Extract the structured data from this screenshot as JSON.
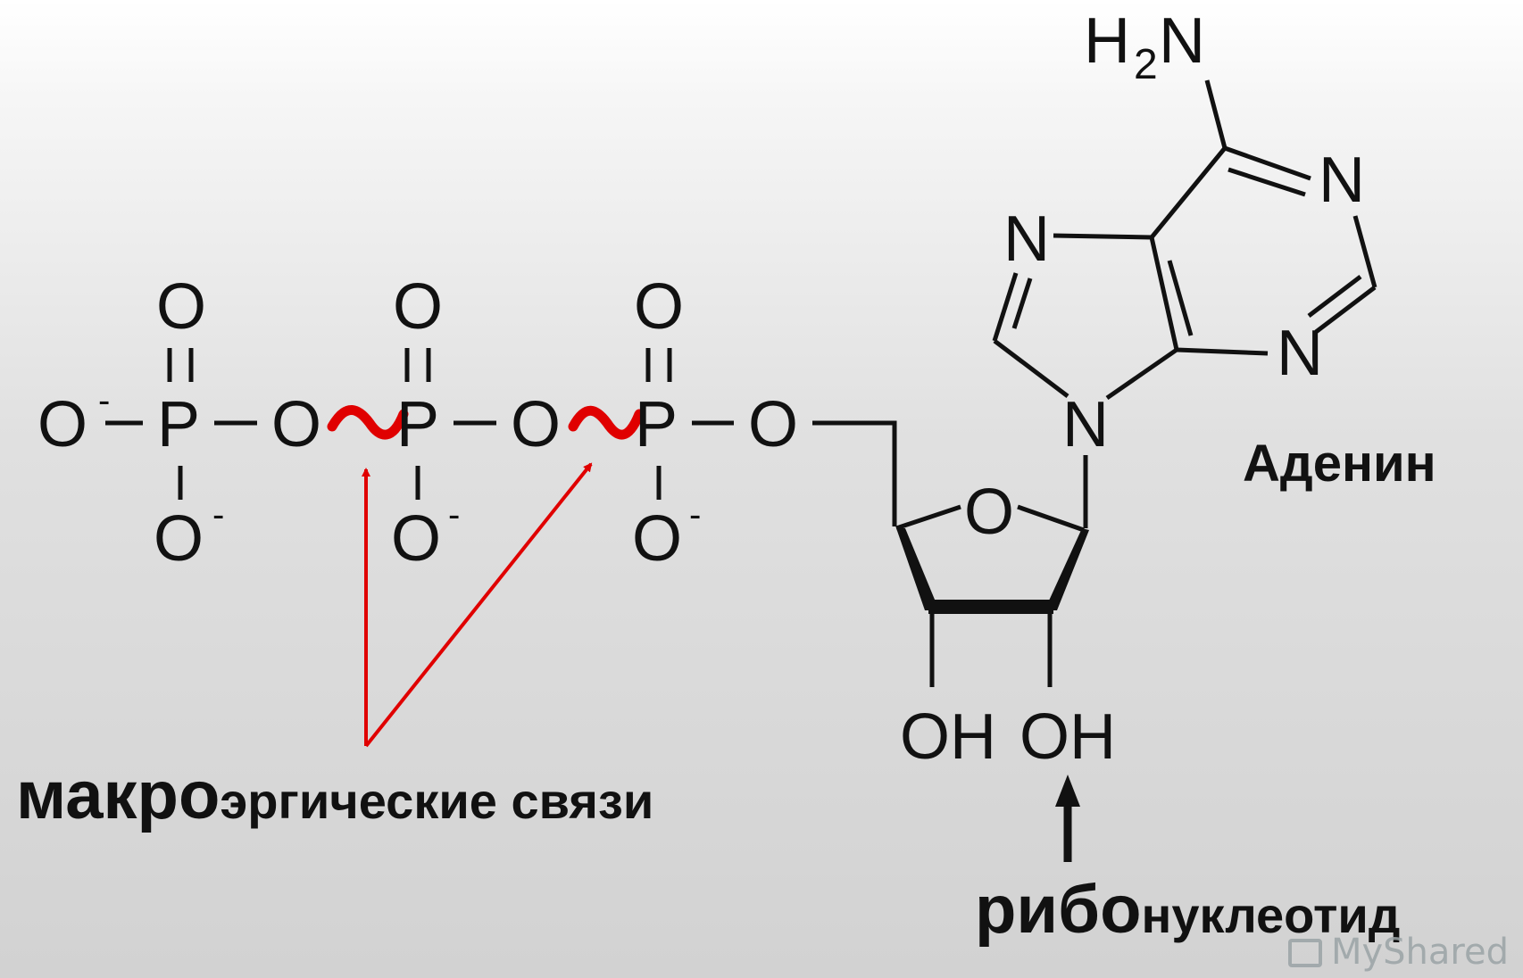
{
  "atoms": {
    "o_minus": "O",
    "o": "O",
    "p": "P",
    "n": "N",
    "oh": "OH",
    "h": "H",
    "sub_2": "2",
    "minus": "-"
  },
  "labels": {
    "adenine": "Аденин",
    "macro_bold": "макро",
    "macro_rest": "эргические связи",
    "ribo_bold": "рибо",
    "ribo_rest": "нуклеотид"
  },
  "watermark": "MyShared",
  "colors": {
    "highlight": "#e00000",
    "ink": "#111111"
  }
}
